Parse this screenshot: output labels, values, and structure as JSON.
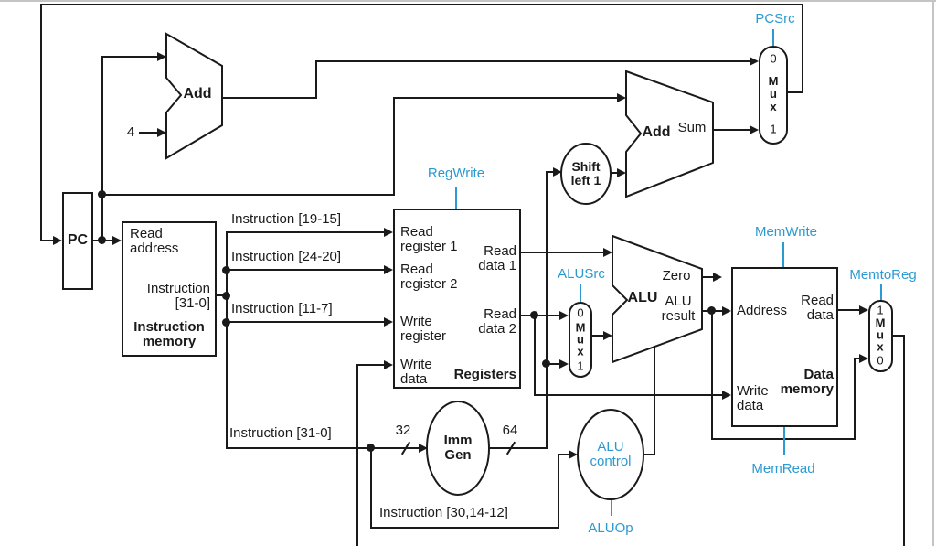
{
  "colors": {
    "control_blue": "#2b9ad2",
    "wire_black": "#1a1a1a"
  },
  "control_signals": {
    "pcsrc": "PCSrc",
    "regwrite": "RegWrite",
    "alusrc": "ALUSrc",
    "memwrite": "MemWrite",
    "memtoreg": "MemtoReg",
    "memread": "MemRead",
    "aluop": "ALUOp"
  },
  "blocks": {
    "pc": {
      "title": "PC"
    },
    "add_pc": {
      "label": "Add"
    },
    "add_branch": {
      "label": "Add",
      "sum": "Sum"
    },
    "shift_left_1": {
      "label": "Shift\nleft 1"
    },
    "imm_gen": {
      "label": "Imm\nGen"
    },
    "alu_control": {
      "label": "ALU\ncontrol"
    },
    "instruction_memory": {
      "port_read_address": "Read\naddress",
      "port_instruction": "Instruction\n[31-0]",
      "title": "Instruction\nmemory"
    },
    "registers": {
      "port_read_register_1": "Read\nregister 1",
      "port_read_register_2": "Read\nregister 2",
      "port_write_register": "Write\nregister",
      "port_write_data": "Write\ndata",
      "port_read_data_1": "Read\ndata 1",
      "port_read_data_2": "Read\ndata 2",
      "title": "Registers"
    },
    "alu": {
      "label": "ALU",
      "zero": "Zero",
      "result": "ALU\nresult"
    },
    "data_memory": {
      "port_address": "Address",
      "port_read_data": "Read\ndata",
      "port_write_data": "Write\ndata",
      "title": "Data\nmemory"
    }
  },
  "wire_labels": {
    "instruction_19_15": "Instruction [19-15]",
    "instruction_24_20": "Instruction [24-20]",
    "instruction_11_7": "Instruction [11-7]",
    "instruction_31_0": "Instruction [31-0]",
    "instruction_30_14_12": "Instruction [30,14-12]",
    "pc_increment": "4",
    "imm_width_in": "32",
    "imm_width_out": "64"
  },
  "mux": {
    "letters": "M\nu\nx",
    "zero": "0",
    "one": "1"
  }
}
